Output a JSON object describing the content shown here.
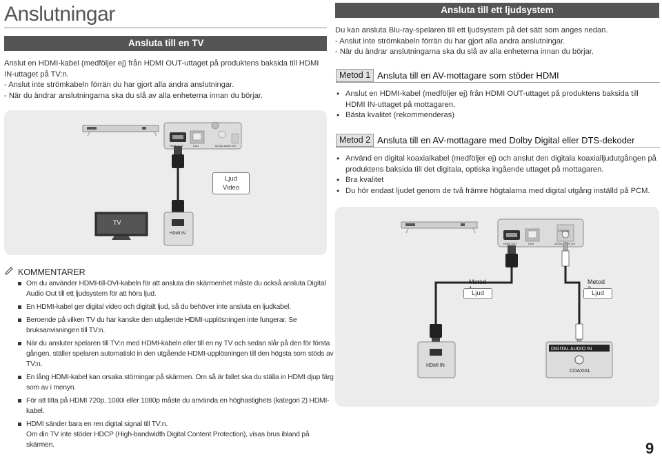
{
  "page": {
    "title": "Anslutningar",
    "number": "9"
  },
  "tv_section": {
    "banner": "Ansluta till en TV",
    "intro": "Anslut en HDMI-kabel (medföljer ej) från HDMI OUT-uttaget på produktens baksida till HDMI IN-uttaget på TV:n.",
    "dash_items": [
      "- Anslut inte strömkabeln förrän du har gjort alla andra anslutningar.",
      "- När du ändrar anslutningarna ska du slå av alla enheterna innan du börjar."
    ],
    "diagram": {
      "signal_label_1": "Ljud",
      "signal_label_2": "Video",
      "tv_label": "TV",
      "tv_port": "HDMI IN",
      "player_port_hdmi": "HDMI OUT",
      "player_port_lan": "LAN",
      "player_port_digital": "DIGITAL AUDIO OUT"
    }
  },
  "audio_section": {
    "banner": "Ansluta till ett ljudsystem",
    "intro": "Du kan ansluta Blu-ray-spelaren till ett ljudsystem på det sätt som anges nedan.",
    "dash_items": [
      "- Anslut inte strömkabeln förrän du har gjort alla andra anslutningar.",
      "- När du ändrar anslutningarna ska du slå av alla enheterna innan du börjar."
    ],
    "method1": {
      "tag": "Metod 1",
      "title": "Ansluta till en AV-mottagare som stöder HDMI",
      "bullets": [
        "Anslut en HDMI-kabel (medföljer ej) från HDMI OUT-uttaget på produktens baksida till HDMI IN-uttaget på mottagaren.",
        "Bästa kvalitet (rekommenderas)"
      ]
    },
    "method2": {
      "tag": "Metod 2",
      "title": "Ansluta till en AV-mottagare med Dolby Digital eller DTS-dekoder",
      "bullets": [
        "Använd en digital koaxialkabel (medföljer ej) och anslut den digitala koaxialljudutgången på produktens baksida till det digitala, optiska ingående uttaget på mottagaren.",
        "Bra kvalitet",
        "Du hör endast ljudet genom de två främre högtalarna med digital utgång inställd på PCM."
      ]
    },
    "diagram": {
      "m1_label": "Metod 1",
      "m1_sub": "Ljud",
      "m2_label": "Metod 2",
      "m2_sub": "Ljud",
      "receiver_hdmi": "HDMI IN",
      "receiver_digital": "DIGITAL AUDIO IN",
      "receiver_coaxial": "COAXIAL",
      "player_coaxial": "COAXIAL",
      "player_port_hdmi": "HDMI OUT",
      "player_port_lan": "LAN",
      "player_port_digital": "DIGITAL AUDIO OUT"
    }
  },
  "notes": {
    "heading": "KOMMENTARER",
    "items": [
      "Om du använder HDMI-till-DVI-kabeln för att ansluta din skärmenhet måste du också ansluta Digital Audio Out till ett ljudsystem för att höra ljud.",
      "En HDMI-kabel ger digital video och digitalt ljud, så du behöver inte ansluta en ljudkabel.",
      "Beroende på vilken TV du har kanske den utgående HDMI-upplösningen inte fungerar. Se bruksanvisningen till TV:n.",
      "När du ansluter spelaren till TV:n med HDMI-kabeln eller till en ny TV och sedan slår på den för första gången, ställer spelaren automatiskt in den utgående HDMI-upplösningen till den högsta som stöds av TV:n.",
      "En lång HDMI-kabel kan orsaka störningar på skärmen. Om så är fallet ska du ställa in HDMI djup färg som av i menyn.",
      "För att titta på HDMI 720p, 1080i eller 1080p måste du använda en höghastighets (kategori 2) HDMI-kabel.",
      "HDMI sänder bara en ren digital signal till TV:n.\nOm din TV inte stöder HDCP (High-bandwidth Digital Content Protection), visas brus ibland på skärmen."
    ]
  },
  "icons": {
    "notes_icon": "pencil-icon"
  },
  "colors": {
    "banner": "#555555",
    "diagram_bg": "#ececec",
    "method_tag_bg": "#e2e2e2"
  }
}
